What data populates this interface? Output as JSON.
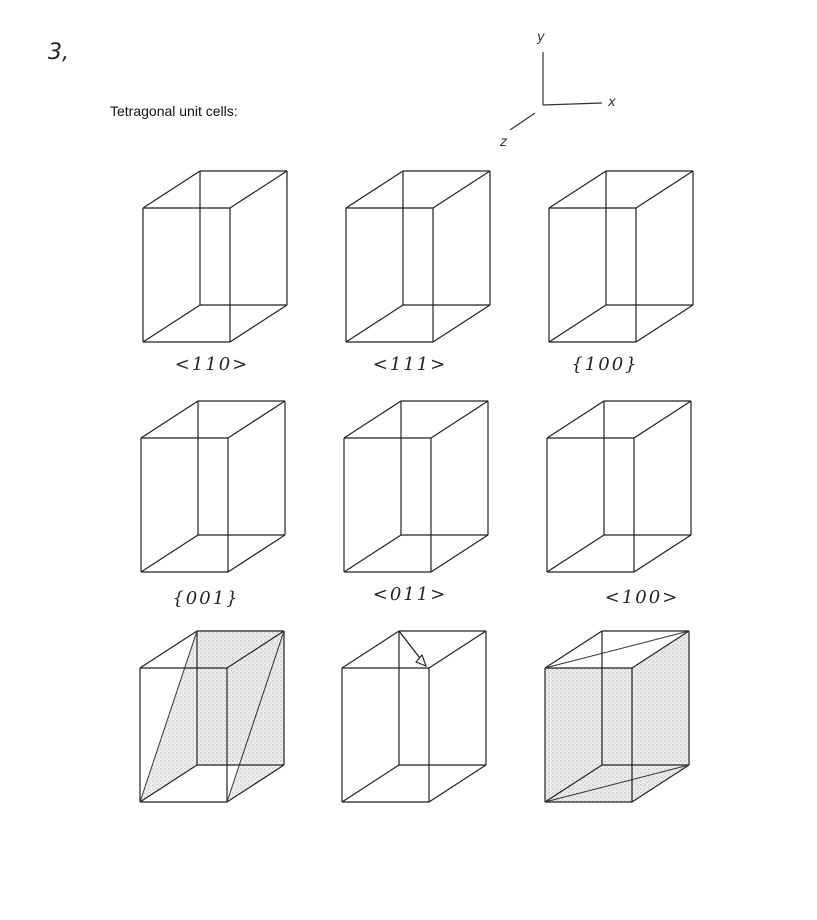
{
  "question_number": "3,",
  "heading": "Tetragonal unit cells:",
  "axes": {
    "y": "y",
    "x": "x",
    "z": "z"
  },
  "cells": [
    {
      "label": "<110>",
      "answer": "none"
    },
    {
      "label": "<111>",
      "answer": "none"
    },
    {
      "label": "{100}",
      "answer": "none"
    },
    {
      "label": "{001}",
      "answer": "none"
    },
    {
      "label": "<011>",
      "answer": "none"
    },
    {
      "label": "<100>",
      "answer": "none"
    },
    {
      "label": "",
      "answer": "shaded-diagonal-planes"
    },
    {
      "label": "",
      "answer": "direction-arrow"
    },
    {
      "label": "",
      "answer": "shaded-box-planes"
    }
  ]
}
